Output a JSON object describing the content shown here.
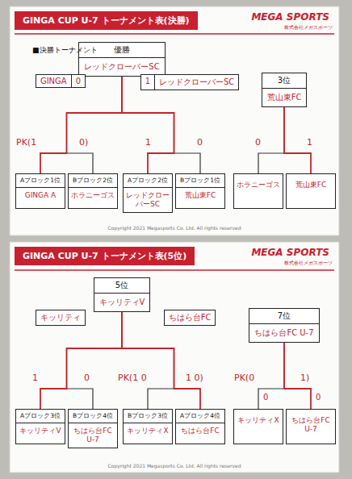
{
  "diagram": {
    "nodes": [
      {
        "text": [
          "GINGA CUP U-7 トーナメント表(決勝)",
          "MEGA SPORTS"
        ]
      },
      {
        "text": [
          "優勝",
          "レッドクローバーSC"
        ],
        "in": 0
      },
      {
        "text": [
          "GINGA",
          "0"
        ],
        "in": 0
      },
      {
        "text": [
          "1",
          "レッドクローバーSC"
        ],
        "in": 0
      },
      {
        "text": [
          "3位",
          "荒山東FC"
        ],
        "in": 0
      },
      {
        "text": [
          "Aブロック1位",
          "GINGA A"
        ],
        "in": 0
      },
      {
        "text": [
          "Bブロック2位",
          "ホラニーゴス"
        ],
        "in": 0
      },
      {
        "text": [
          "Aブロック2位",
          "レッドクローバーSC"
        ],
        "in": 0
      },
      {
        "text": [
          "Bブロック1位",
          "荒山東FC"
        ],
        "in": 0
      },
      {
        "text": [
          "ホラニーゴス"
        ],
        "in": 0
      },
      {
        "text": [
          "荒山東FC"
        ],
        "in": 0
      },
      {
        "text": [
          "GINGA CUP U-7 トーナメント表(5位)",
          "MEGA SPORTS"
        ]
      },
      {
        "text": [
          "5位",
          "キッリティV"
        ],
        "in": 11
      },
      {
        "text": [
          "キッリティ"
        ],
        "in": 11
      },
      {
        "text": [
          "ちはら台FC"
        ],
        "in": 11
      },
      {
        "text": [
          "7位",
          "ちはら台FC U-7"
        ],
        "in": 11
      },
      {
        "text": [
          "Aブロック3位",
          "キッリティV"
        ],
        "in": 11
      },
      {
        "text": [
          "Bブロック4位",
          "ちはら台FC U-7"
        ],
        "in": 11
      },
      {
        "text": [
          "Bブロック3位",
          "キッリティX"
        ],
        "in": 11
      },
      {
        "text": [
          "Aブロック4位",
          "ちはら台FC"
        ],
        "in": 11
      },
      {
        "text": [
          "キッリティX"
        ],
        "in": 11
      },
      {
        "text": [
          "ちはら台FC U-7"
        ],
        "in": 11
      }
    ],
    "edges": [
      {
        "from": 5,
        "to": 1,
        "arrow": "none"
      },
      {
        "from": 6,
        "to": 1,
        "arrow": "none"
      },
      {
        "from": 7,
        "to": 1,
        "arrow": "none"
      },
      {
        "from": 8,
        "to": 1,
        "arrow": "none"
      },
      {
        "from": 9,
        "to": 4,
        "arrow": "none"
      },
      {
        "from": 10,
        "to": 4,
        "arrow": "none"
      },
      {
        "from": 16,
        "to": 12,
        "arrow": "none"
      },
      {
        "from": 17,
        "to": 12,
        "arrow": "none"
      },
      {
        "from": 18,
        "to": 12,
        "arrow": "none"
      },
      {
        "from": 19,
        "to": 12,
        "arrow": "none"
      },
      {
        "from": 20,
        "to": 15,
        "arrow": "none"
      },
      {
        "from": 21,
        "to": 15,
        "arrow": "none"
      }
    ],
    "labels": [
      "■決勝トーナメント",
      "株式会社メガスポーツ",
      "PK(1",
      "0)",
      "1",
      "0",
      "0",
      "1",
      "Copyright 2021 Megasports Co. Ltd. All rights reserved",
      "株式会社メガスポーツ",
      "1",
      "0",
      "PK(1 0",
      "1 0)",
      "PK(0",
      "1)",
      "0",
      "0",
      "Copyright 2021 Megasports Co. Ltd. All rights reserved"
    ]
  }
}
